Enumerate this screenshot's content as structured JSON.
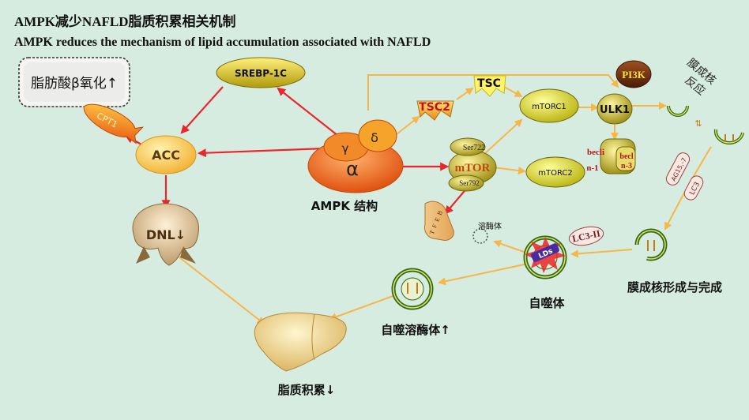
{
  "title_zh": "AMPK减少NAFLD脂质积累相关机制",
  "title_en": "AMPK reduces the mechanism of lipid accumulation associated with NAFLD",
  "nodes": {
    "fa_oxidation": "脂肪酸β氧化↑",
    "cpt1": "CPT1",
    "srebp": "SREBP-1C",
    "acc": "ACC",
    "dnl": "DNL↓",
    "gamma": "γ",
    "delta": "δ",
    "alpha": "α",
    "ampk": "AMPK 结构",
    "tsc2": "TSC2",
    "tsc": "TSC",
    "mtorc1": "mTORC1",
    "mtorc2": "mTORC2",
    "ser722": "Ser722",
    "ser792": "Ser792",
    "mtor": "mTOR",
    "ulk1": "ULK1",
    "pi3k": "PI3K",
    "beclin_a": "becli",
    "beclin_b": "n-1",
    "beclin_c": "becl",
    "beclin_d": "n-3",
    "phago_label_1": "膜成核",
    "phago_label_2": "反应",
    "atg": "AG15,-7",
    "lc3": "LC3",
    "tfeb": "TFEB",
    "lysosome": "溶酶体",
    "lc3ii": "LC3-II",
    "lds": "LDs",
    "autophagosome": "自噬体",
    "membrane_complete": "膜成核形成与完成",
    "autolysosome": "自噬溶酶体↑",
    "lipid": "脂质积累↓"
  },
  "colors": {
    "background": "#d6ece0",
    "red_arrow": "#e8262b",
    "orange_arrow": "#f7b648",
    "ampk_body": "#ee6a1e",
    "yellow_node": "#e2dc1a",
    "olive_dark": "#6f6a10"
  }
}
